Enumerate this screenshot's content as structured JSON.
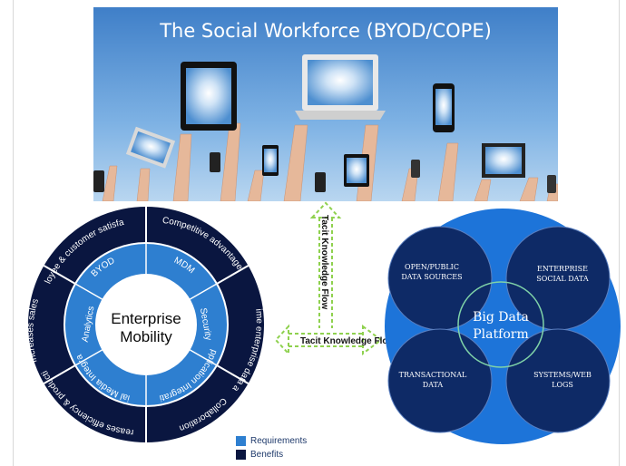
{
  "banner": {
    "title": "The Social Workforce (BYOD/COPE)"
  },
  "wheel": {
    "center_line1": "Enterprise",
    "center_line2": "Mobility",
    "requirements": [
      "BYOD",
      "MDM",
      "Security",
      "Application Integration",
      "Social Media Integration",
      "Analytics"
    ],
    "benefits": [
      "Employee & customer satisfaction",
      "Competitive advantage",
      "Real time enterprise data access",
      "Collaboration",
      "Increases efficiency & productivity",
      "Increases sales"
    ]
  },
  "flows": {
    "vertical_label": "Tacit Knowledge Flow",
    "horizontal_label": "Tacit Knowledge Flow"
  },
  "bigdata": {
    "center": [
      "Big Data",
      "Platform"
    ],
    "sources": [
      [
        "OPEN/PUBLIC",
        "DATA SOURCES"
      ],
      [
        "ENTERPRISE",
        "SOCIAL DATA"
      ],
      [
        "TRANSACTIONAL",
        "DATA"
      ],
      [
        "SYSTEMS/WEB",
        "LOGS"
      ]
    ]
  },
  "legend": {
    "requirements_label": "Requirements",
    "benefits_label": "Benefits"
  },
  "colors": {
    "requirements": "#2e7fd0",
    "benefits": "#0a1640",
    "bigdata": "#1d74d9",
    "source_circle": "#0e2a66",
    "arrow": "#8fd14f"
  }
}
